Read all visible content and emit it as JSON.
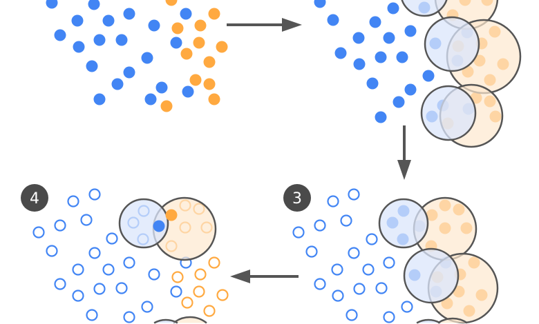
{
  "steps": [
    {
      "id": 1,
      "label": ""
    },
    {
      "id": 2,
      "label": ""
    },
    {
      "id": 3,
      "label": "3"
    },
    {
      "id": 4,
      "label": "4"
    }
  ],
  "colors": {
    "blue": "#4285f4",
    "orange": "#ffa940",
    "blue_fill": "#dbe6fb",
    "orange_fill": "#fde8cf",
    "outline": "#555555",
    "arrow": "#555555",
    "badge": "#4a4a4a"
  }
}
